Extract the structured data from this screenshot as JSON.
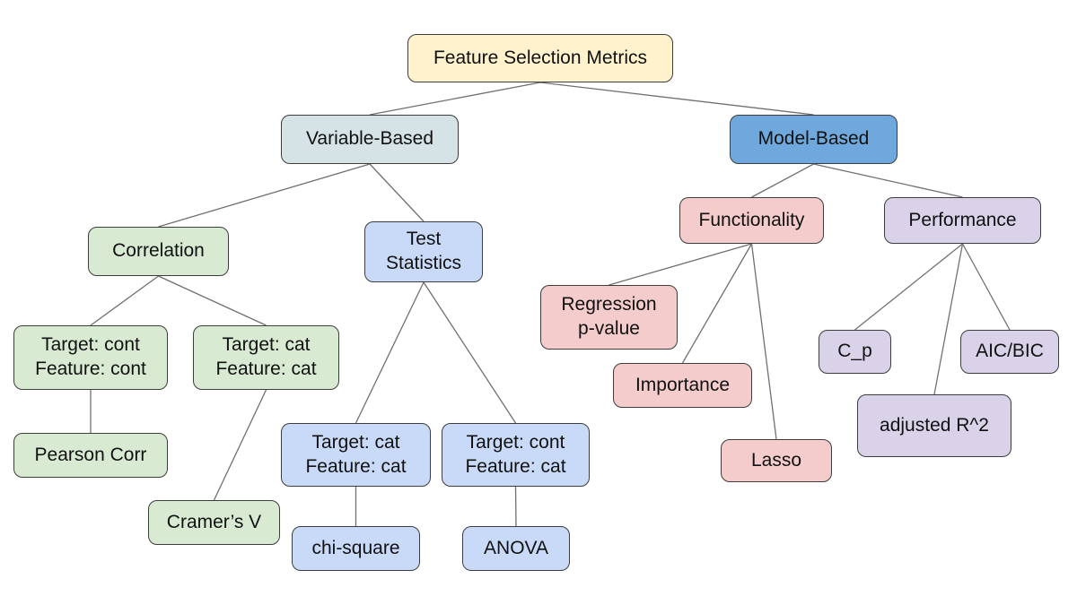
{
  "palette": {
    "background": "#ffffff",
    "border": "#3d3d3d",
    "edge_line": "#707070",
    "root_fill": "#fff2cc",
    "variable_based_fill": "#d5e2e6",
    "model_based_fill": "#6fa8dc",
    "correlation_branch_fill": "#d9ead3",
    "test_statistics_branch_fill": "#c9daf8",
    "functionality_branch_fill": "#f4cccc",
    "performance_branch_fill": "#d9d2e9"
  },
  "diagram": {
    "nodes": {
      "root": {
        "label": "Feature Selection Metrics"
      },
      "variable_based": {
        "label": "Variable-Based"
      },
      "model_based": {
        "label": "Model-Based"
      },
      "correlation": {
        "label": "Correlation"
      },
      "test_statistics": {
        "label": "Test\nStatistics"
      },
      "target_cont_feature_cont": {
        "label": "Target: cont\nFeature: cont"
      },
      "target_cat_feature_cat_corr": {
        "label": "Target: cat\nFeature: cat"
      },
      "pearson_corr": {
        "label": "Pearson Corr"
      },
      "cramers_v": {
        "label": "Cramer’s V"
      },
      "target_cat_feature_cat_test": {
        "label": "Target: cat\nFeature: cat"
      },
      "target_cont_feature_cat": {
        "label": "Target: cont\nFeature: cat"
      },
      "chi_square": {
        "label": "chi-square"
      },
      "anova": {
        "label": "ANOVA"
      },
      "functionality": {
        "label": "Functionality"
      },
      "performance": {
        "label": "Performance"
      },
      "regression_p_value": {
        "label": "Regression\np-value"
      },
      "importance": {
        "label": "Importance"
      },
      "lasso": {
        "label": "Lasso"
      },
      "c_p": {
        "label": "C_p"
      },
      "aic_bic": {
        "label": "AIC/BIC"
      },
      "adjusted_r2": {
        "label": "adjusted R^2"
      }
    },
    "edges": [
      [
        "root",
        "variable_based"
      ],
      [
        "root",
        "model_based"
      ],
      [
        "variable_based",
        "correlation"
      ],
      [
        "variable_based",
        "test_statistics"
      ],
      [
        "correlation",
        "target_cont_feature_cont"
      ],
      [
        "correlation",
        "target_cat_feature_cat_corr"
      ],
      [
        "target_cont_feature_cont",
        "pearson_corr"
      ],
      [
        "target_cat_feature_cat_corr",
        "cramers_v"
      ],
      [
        "test_statistics",
        "target_cat_feature_cat_test"
      ],
      [
        "test_statistics",
        "target_cont_feature_cat"
      ],
      [
        "target_cat_feature_cat_test",
        "chi_square"
      ],
      [
        "target_cont_feature_cat",
        "anova"
      ],
      [
        "model_based",
        "functionality"
      ],
      [
        "model_based",
        "performance"
      ],
      [
        "functionality",
        "regression_p_value"
      ],
      [
        "functionality",
        "importance"
      ],
      [
        "functionality",
        "lasso"
      ],
      [
        "performance",
        "c_p"
      ],
      [
        "performance",
        "aic_bic"
      ],
      [
        "performance",
        "adjusted_r2"
      ]
    ]
  }
}
